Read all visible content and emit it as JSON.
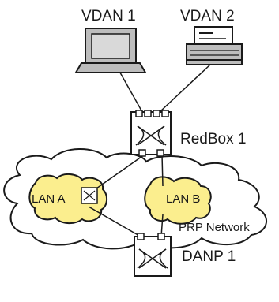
{
  "labels": {
    "vdan1": "VDAN 1",
    "vdan2": "VDAN 2",
    "redbox": "RedBox 1",
    "lan_a": "LAN A",
    "lan_b": "LAN B",
    "network": "PRP Network",
    "danp": "DANP 1"
  },
  "colors": {
    "lan_fill": "#fbee8e",
    "device_fill": "#bdbdbd",
    "switch_fill": "#ffffff",
    "stroke": "#1a1a1a"
  },
  "icons": {
    "vdan1": "computer-icon",
    "vdan2": "printer-icon",
    "redbox": "switch-icon",
    "danp": "switch-icon",
    "lan_a_switch": "switch-icon"
  }
}
